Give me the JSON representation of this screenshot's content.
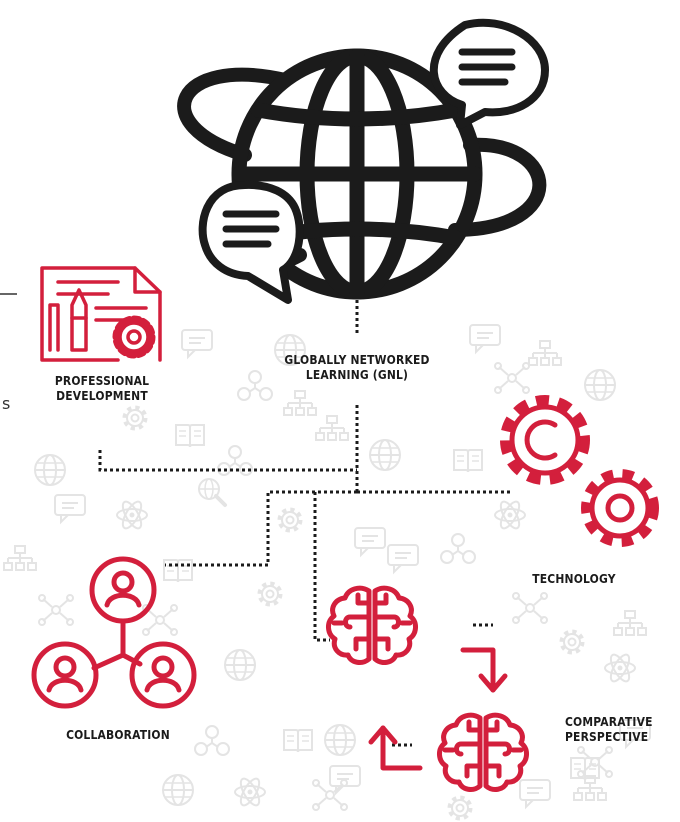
{
  "nodes": {
    "gnl": {
      "line1": "GLOBALLY NETWORKED",
      "line2": "LEARNING (GNL)"
    },
    "professional": {
      "line1": "PROFESSIONAL",
      "line2": "DEVELOPMENT"
    },
    "technology": {
      "label": "TECHNOLOGY"
    },
    "collaboration": {
      "label": "COLLABORATION"
    },
    "comparative": {
      "line1": "COMPARATIVE",
      "line2": "PERSPECTIVE"
    }
  },
  "edge_fragments": {
    "cut_s": "s"
  },
  "colors": {
    "accent": "#d31f3c",
    "ink": "#1b1b1b",
    "watermark": "#e4e4e4"
  }
}
